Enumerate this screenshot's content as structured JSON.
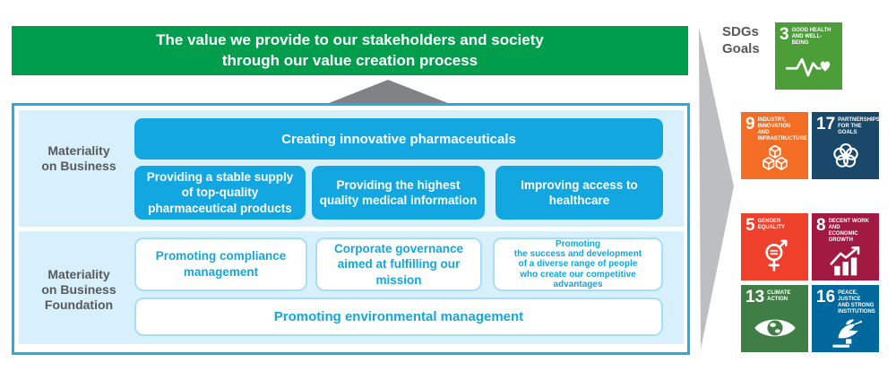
{
  "banner": {
    "line1": "The value we provide to our stakeholders and society",
    "line2": "through our value creation process"
  },
  "materiality_business": {
    "label_line1": "Materiality",
    "label_line2": "on Business",
    "main_box": "Creating innovative pharmaceuticals",
    "box1": "Providing a stable supply of top-quality pharmaceutical products",
    "box2": "Providing the highest quality medical information",
    "box3": "Improving access to healthcare"
  },
  "materiality_foundation": {
    "label_line1": "Materiality",
    "label_line2": "on Business",
    "label_line3": "Foundation",
    "box1": "Promoting compliance management",
    "box2": "Corporate governance aimed at fulfilling our mission",
    "box3": "Promoting\nthe success and development\nof a diverse range of people\nwho create our competitive\nadvantages",
    "main_box": "Promoting environmental management"
  },
  "sdgs": {
    "heading_line1": "SDGs",
    "heading_line2": "Goals",
    "tiles": [
      {
        "number": "3",
        "title": "Good Health\nand Well-Being",
        "color": "#4C9F38",
        "icon": "heartbeat-heart-icon"
      },
      {
        "number": "9",
        "title": "Industry, Innovation\nand Infrastructure",
        "color": "#F36D25",
        "icon": "cubes-icon"
      },
      {
        "number": "17",
        "title": "Partnerships\nfor the Goals",
        "color": "#19486A",
        "icon": "interlocking-rings-icon"
      },
      {
        "number": "5",
        "title": "Gender\nEquality",
        "color": "#EF402B",
        "icon": "gender-equality-icon"
      },
      {
        "number": "8",
        "title": "Decent Work and\nEconomic Growth",
        "color": "#A21942",
        "icon": "growth-chart-icon"
      },
      {
        "number": "13",
        "title": "Climate\nAction",
        "color": "#3F7E44",
        "icon": "eye-globe-icon"
      },
      {
        "number": "16",
        "title": "Peace, Justice\nand Strong\nInstitutions",
        "color": "#00689D",
        "icon": "dove-gavel-icon"
      }
    ]
  },
  "colors": {
    "banner_green": "#009D4D",
    "accent_blue": "#12A7E0",
    "frame_border_blue": "#29ABE2",
    "panel_light_blue": "#D7F0FB",
    "white_box_border": "#A5DFF8",
    "label_gray": "#58595B",
    "flow_arrow_gray": "#BCBEC0",
    "triangle_gray": "#808285"
  }
}
